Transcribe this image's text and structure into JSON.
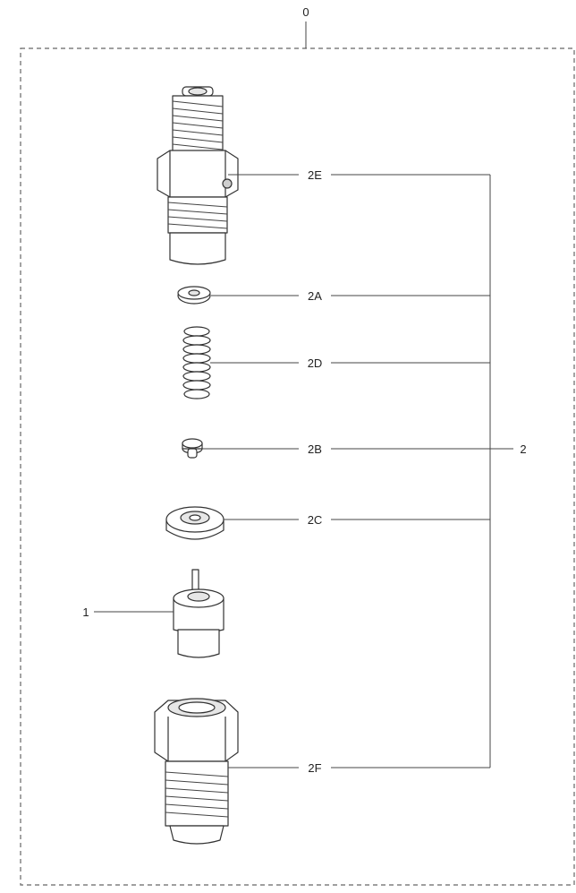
{
  "diagram": {
    "callouts": {
      "assembly": "0",
      "nozzle": "1",
      "kit": "2",
      "holder_body": "2E",
      "washer": "2A",
      "spring": "2D",
      "spindle": "2B",
      "spacer": "2C",
      "retaining_nut": "2F"
    },
    "colors": {
      "line": "#333333",
      "border": "#666666",
      "background": "#ffffff"
    }
  }
}
